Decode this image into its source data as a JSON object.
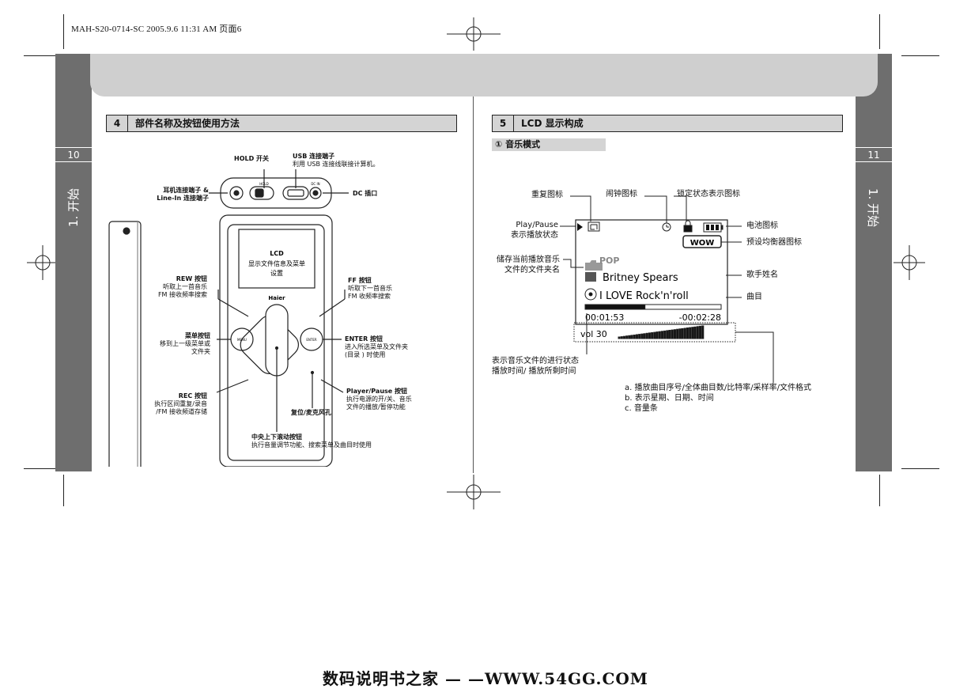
{
  "print_header": "MAH-S20-0714-SC  2005.9.6 11:31 AM 页面6",
  "left_page": {
    "page_number": "10",
    "sidebar_title": "1. 开始",
    "section": {
      "number": "4",
      "title": "部件名称及按钮使用方法"
    },
    "labels": {
      "hold": "HOLD 开关",
      "usb_title": "USB 连接端子",
      "usb_desc": "利用 USB 连接线联接计算机。",
      "earphone_line1": "耳机连接端子 &",
      "earphone_line2": "Line-In 连接端子",
      "dc": "DC 插口",
      "lcd_title": "LCD",
      "lcd_line2": "显示文件信息及菜单",
      "lcd_line3": "设置",
      "brand": "Haier",
      "rew_title": "REW 按钮",
      "rew_line1": "听取上一首音乐",
      "rew_line2": "FM 接收频率搜索",
      "ff_title": "FF 按钮",
      "ff_line1": "听取下一首音乐",
      "ff_line2": "FM 收频率搜索",
      "menu_title": "菜单按钮",
      "menu_line1": "移到上一级菜单或",
      "menu_line2": "文件夹",
      "enter_title": "ENTER 按钮",
      "enter_line1": "进入所选菜单及文件夹",
      "enter_line2": "(目录 ) 时使用",
      "rec_title": "REC 按钮",
      "rec_line1": "执行区间重复/录音",
      "rec_line2": "/FM 接收频道存储",
      "player_title": "Player/Pause 按钮",
      "player_line1": "执行电源的开/关、音乐",
      "player_line2": "文件的播放/暂停功能",
      "reset": "复位/麦克风孔",
      "scroll_title": "中央上下滚动按钮",
      "scroll_desc": "执行音量调节功能、搜索菜单及曲目时使用",
      "btn_menu": "MENU",
      "btn_enter": "ENTER",
      "port_hold": "HOLD",
      "port_dcin": "DC IN"
    }
  },
  "right_page": {
    "page_number": "11",
    "sidebar_title": "1. 开始",
    "section": {
      "number": "5",
      "title": "LCD 显示构成"
    },
    "subsection": "① 音乐模式",
    "labels": {
      "repeat_icon": "重复图标",
      "alarm_icon": "闹钟图标",
      "lock_icon": "锁定状态表示图标",
      "play_pause_title": "Play/Pause",
      "play_pause_desc": "表示播放状态",
      "battery_icon": "电池图标",
      "eq_icon": "预设均衡器图标",
      "folder_line1": "储存当前播放音乐",
      "folder_line2": "文件的文件夹名",
      "artist": "歌手姓名",
      "song": "曲目",
      "progress_line1": "表示音乐文件的进行状态",
      "progress_line2": "播放时间/ 播放所剩时间",
      "info_a": "a. 播放曲目序号/全体曲目数/比特率/采样率/文件格式",
      "info_b": "b. 表示星期、日期、时间",
      "info_c": "c. 音量条"
    },
    "lcd": {
      "eq_badge": "WOW",
      "folder": "POP",
      "artist_name": "Britney Spears",
      "song_name": "I LOVE Rock'n'roll",
      "elapsed": "00:01:53",
      "remaining": "-00:02:28",
      "volume": "vol 30",
      "progress": 0.44
    }
  },
  "footer": "数码说明书之家 — —WWW.54GG.COM"
}
